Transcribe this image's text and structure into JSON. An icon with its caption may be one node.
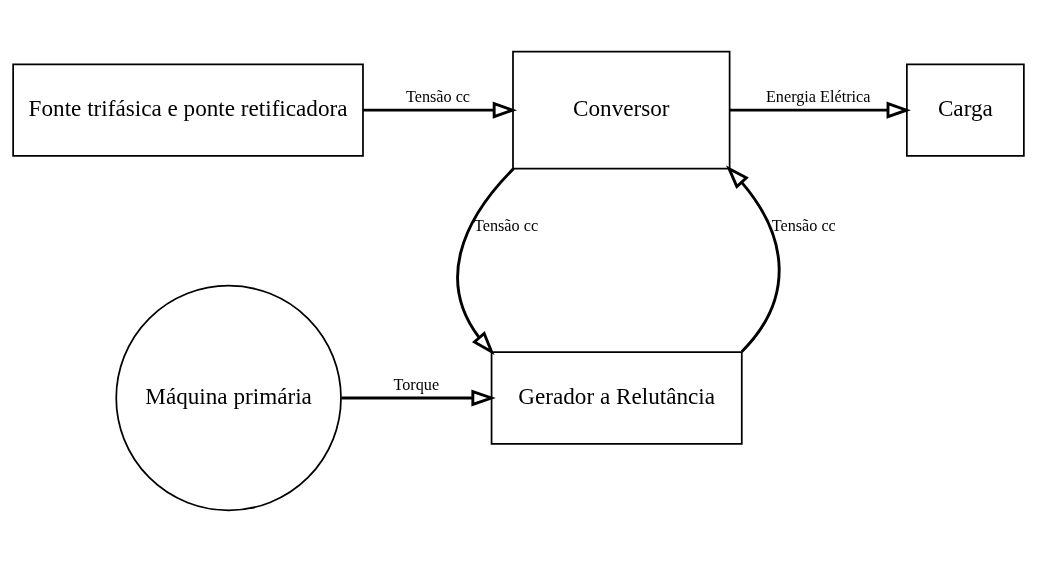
{
  "diagram": {
    "nodes": [
      {
        "text": [
          "Fonte trifásica e ponte retificadora"
        ]
      },
      {
        "text": [
          "Conversor"
        ]
      },
      {
        "text": [
          "Carga"
        ]
      },
      {
        "text": [
          "Máquina primária"
        ]
      },
      {
        "text": [
          "Gerador a Relutância"
        ]
      }
    ],
    "edges": [
      {
        "from": 0,
        "to": 1,
        "arrow": "to",
        "label": "Tensão cc"
      },
      {
        "from": 1,
        "to": 2,
        "arrow": "to",
        "label": "Energia Elétrica"
      },
      {
        "from": 1,
        "to": 4,
        "arrow": "to",
        "label": "Tensão cc"
      },
      {
        "from": 4,
        "to": 1,
        "arrow": "to",
        "label": "Tensão cc"
      },
      {
        "from": 3,
        "to": 4,
        "arrow": "to",
        "label": "Torque"
      }
    ]
  }
}
